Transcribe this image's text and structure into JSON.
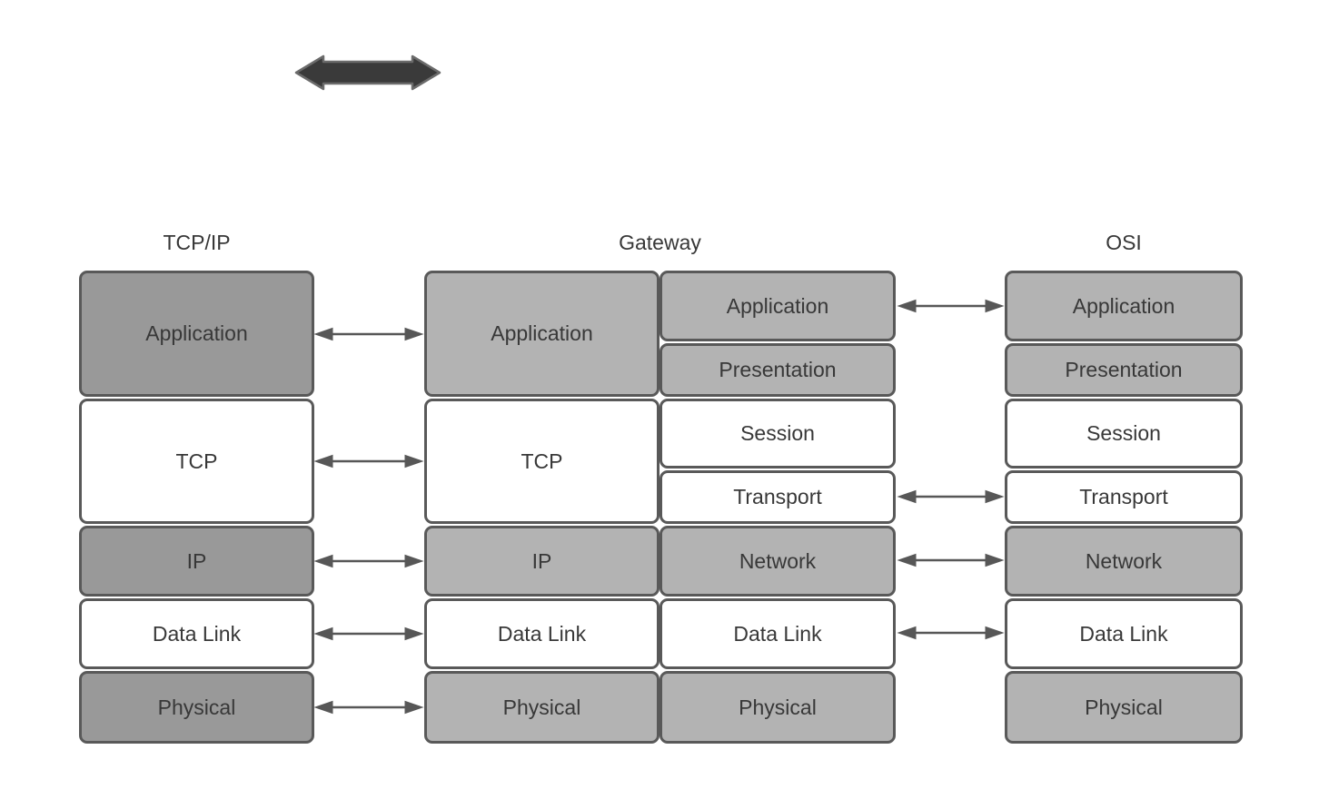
{
  "headers": {
    "tcpip": "TCP/IP",
    "gateway": "Gateway",
    "osi": "OSI"
  },
  "stacks": {
    "tcpip": {
      "layers": [
        {
          "label": "Application",
          "fill": "dark"
        },
        {
          "label": "TCP",
          "fill": "white"
        },
        {
          "label": "IP",
          "fill": "dark"
        },
        {
          "label": "Data Link",
          "fill": "white"
        },
        {
          "label": "Physical",
          "fill": "dark"
        }
      ]
    },
    "gateway_left": {
      "layers": [
        {
          "label": "Application",
          "fill": "gray"
        },
        {
          "label": "TCP",
          "fill": "white"
        },
        {
          "label": "IP",
          "fill": "gray"
        },
        {
          "label": "Data Link",
          "fill": "white"
        },
        {
          "label": "Physical",
          "fill": "gray"
        }
      ]
    },
    "gateway_right": {
      "layers": [
        {
          "label": "Application",
          "fill": "gray"
        },
        {
          "label": "Presentation",
          "fill": "gray"
        },
        {
          "label": "Session",
          "fill": "white"
        },
        {
          "label": "Transport",
          "fill": "white"
        },
        {
          "label": "Network",
          "fill": "gray"
        },
        {
          "label": "Data Link",
          "fill": "white"
        },
        {
          "label": "Physical",
          "fill": "gray"
        }
      ]
    },
    "osi": {
      "layers": [
        {
          "label": "Application",
          "fill": "gray"
        },
        {
          "label": "Presentation",
          "fill": "gray"
        },
        {
          "label": "Session",
          "fill": "white"
        },
        {
          "label": "Transport",
          "fill": "white"
        },
        {
          "label": "Network",
          "fill": "gray"
        },
        {
          "label": "Data Link",
          "fill": "white"
        },
        {
          "label": "Physical",
          "fill": "gray"
        }
      ]
    }
  },
  "connections": {
    "tcpip_to_gateway": [
      "Application",
      "TCP",
      "IP",
      "Data Link",
      "Physical"
    ],
    "gateway_to_osi": [
      "Application",
      "Transport",
      "Network",
      "Data Link"
    ]
  },
  "icons": {
    "top_arrow": "double-headed-arrow"
  },
  "colors": {
    "background": "#ffffff",
    "dark_fill": "#999999",
    "gray_fill": "#b3b3b3",
    "white_fill": "#ffffff",
    "box_border": "#595959",
    "connector": "#575757",
    "top_arrow_fill": "#3a3a3a",
    "top_arrow_stroke": "#6b6b6b",
    "text": "#383838"
  }
}
